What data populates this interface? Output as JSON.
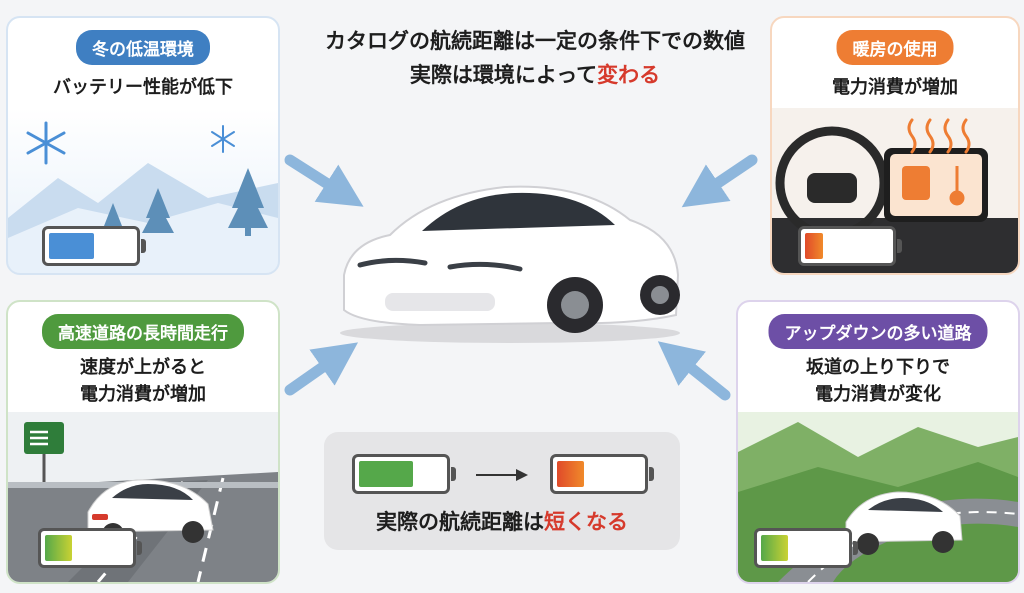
{
  "headline": {
    "line1": "カタログの航続距離は一定の条件下での数値",
    "line2_prefix": "実際は環境によって",
    "line2_emph": "変わる"
  },
  "winter": {
    "tag": "冬の低温環境",
    "desc": "バッテリー性能が低下",
    "tag_color": "#3f7fc2",
    "battery_level": 0.5
  },
  "heating": {
    "tag": "暖房の使用",
    "desc": "電力消費が増加",
    "tag_color": "#ee7d33",
    "battery_level": 0.2
  },
  "highway": {
    "tag": "高速道路の長時間走行",
    "desc_line1": "速度が上がると",
    "desc_line2": "電力消費が増加",
    "tag_color": "#4f9a3e",
    "battery_level": 0.3
  },
  "hills": {
    "tag": "アップダウンの多い道路",
    "desc_line1": "坂道の上り下りで",
    "desc_line2": "電力消費が変化",
    "tag_color": "#6d4fa6",
    "battery_level": 0.3
  },
  "summary": {
    "text_prefix": "実際の航続距離は",
    "text_emph": "短くなる",
    "battery_before": 0.6,
    "battery_after": 0.3
  },
  "colors": {
    "battery_blue": "#4a8fd6",
    "battery_green": "#55a84a",
    "battery_orange": "#f08a2a",
    "battery_red": "#e04a2a",
    "arrow": "#8db6dc"
  }
}
